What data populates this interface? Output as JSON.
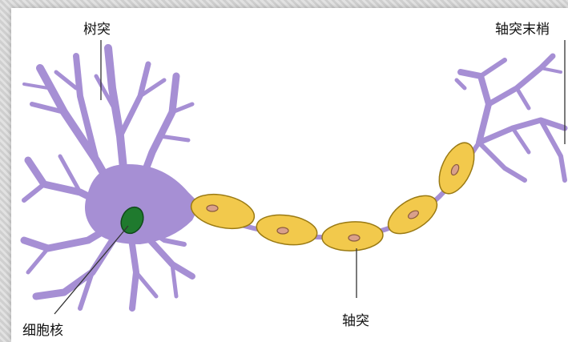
{
  "labels": {
    "dendrite": "树突",
    "axon_terminal": "轴突末梢",
    "nucleus": "细胞核",
    "axon": "轴突"
  },
  "colors": {
    "neuron_body": "#a68fd4",
    "myelin": "#f2c94c",
    "myelin_stroke": "#9a7a14",
    "nucleus": "#1f7a2e",
    "leader_line": "#333333"
  }
}
